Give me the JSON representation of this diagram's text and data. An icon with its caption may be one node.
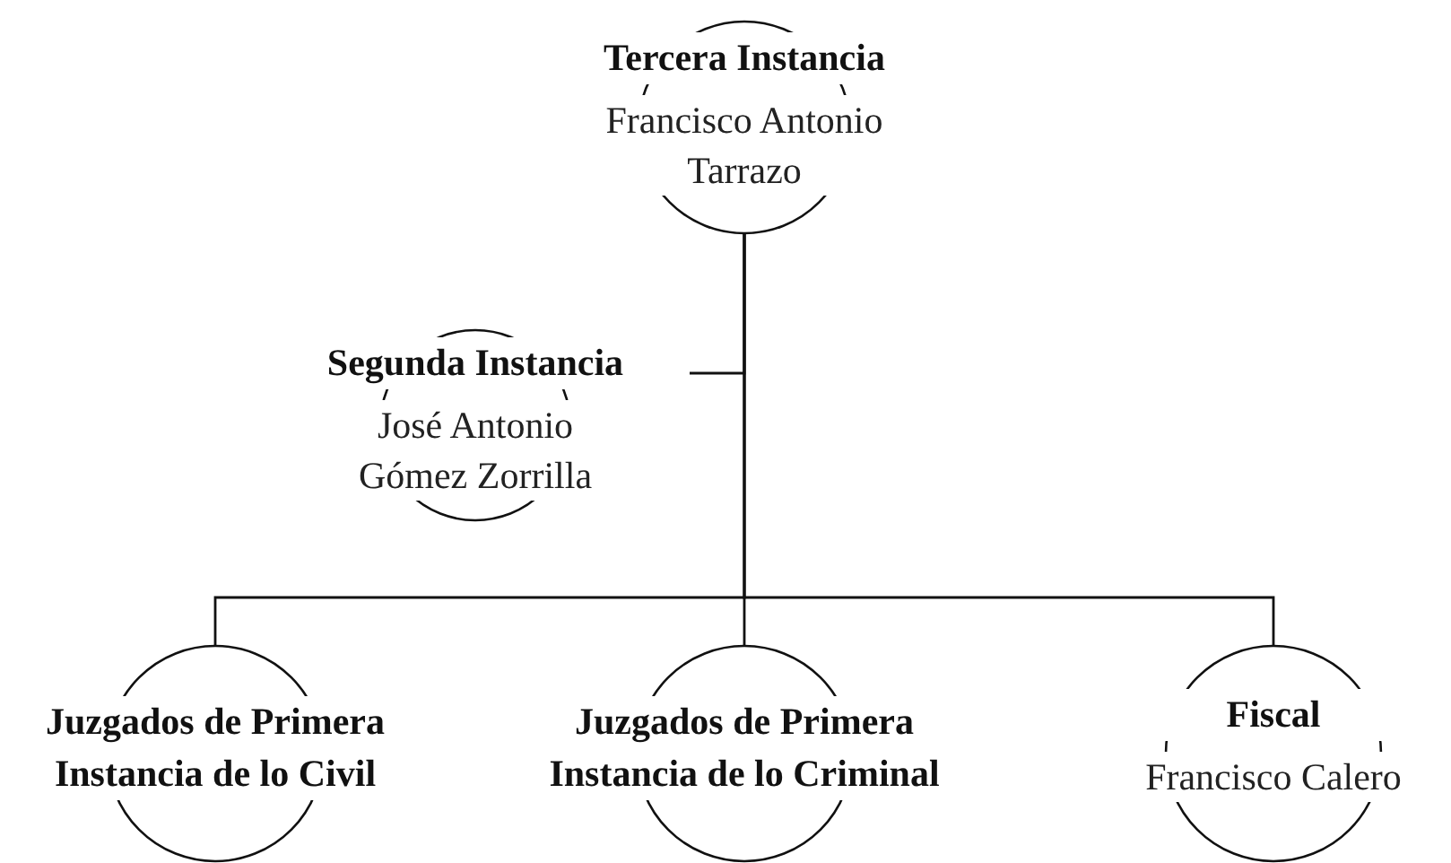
{
  "diagram": {
    "nodes": [
      {
        "text": [
          "Tercera Instancia",
          "Francisco Antonio Tarrazo"
        ]
      },
      {
        "text": [
          "Segunda Instancia",
          "José Antonio Gómez Zorrilla"
        ]
      },
      {
        "text": [
          "Juzgados de Primera Instancia de lo Civil"
        ]
      },
      {
        "text": [
          "Juzgados de Primera Instancia de lo Criminal"
        ]
      },
      {
        "text": [
          "Fiscal",
          "Francisco Calero"
        ]
      }
    ],
    "edges": [
      {
        "from": 0,
        "to": 1,
        "arrow": "none"
      },
      {
        "from": 0,
        "to": 2,
        "arrow": "none"
      },
      {
        "from": 0,
        "to": 3,
        "arrow": "none"
      },
      {
        "from": 0,
        "to": 4,
        "arrow": "none"
      }
    ]
  }
}
